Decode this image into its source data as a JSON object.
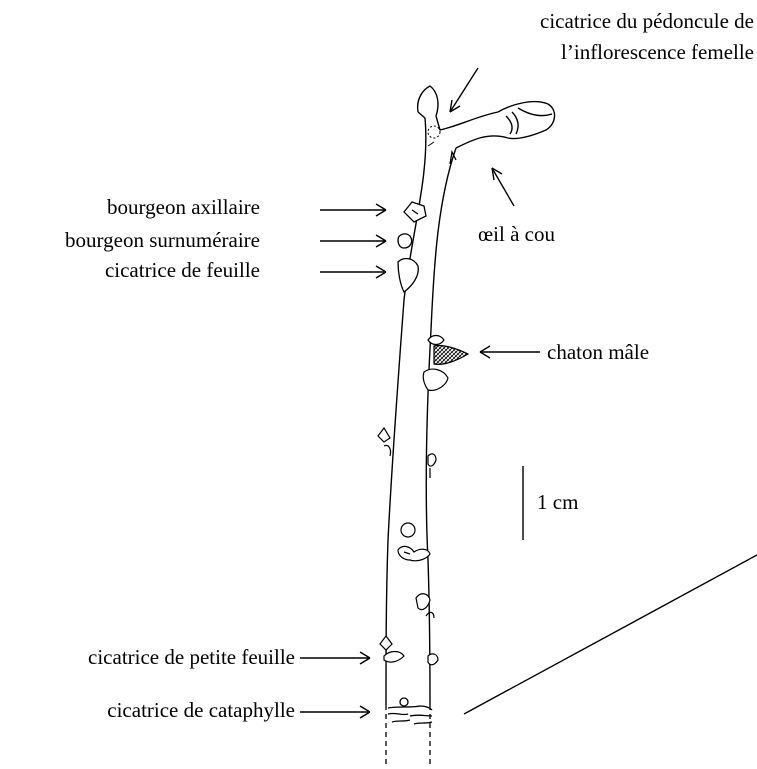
{
  "labels": {
    "peduncle_scar_line1": "cicatrice du pédoncule de",
    "peduncle_scar_line2": "l’inflorescence femelle",
    "axillary_bud": "bourgeon axillaire",
    "supernumerary_bud": "bourgeon surnuméraire",
    "leaf_scar": "cicatrice de feuille",
    "necked_eye": "œil à cou",
    "male_catkin": "chaton mâle",
    "scale": "1 cm",
    "small_leaf_scar": "cicatrice de petite feuille",
    "cataphyll_scar": "cicatrice de cataphylle"
  }
}
